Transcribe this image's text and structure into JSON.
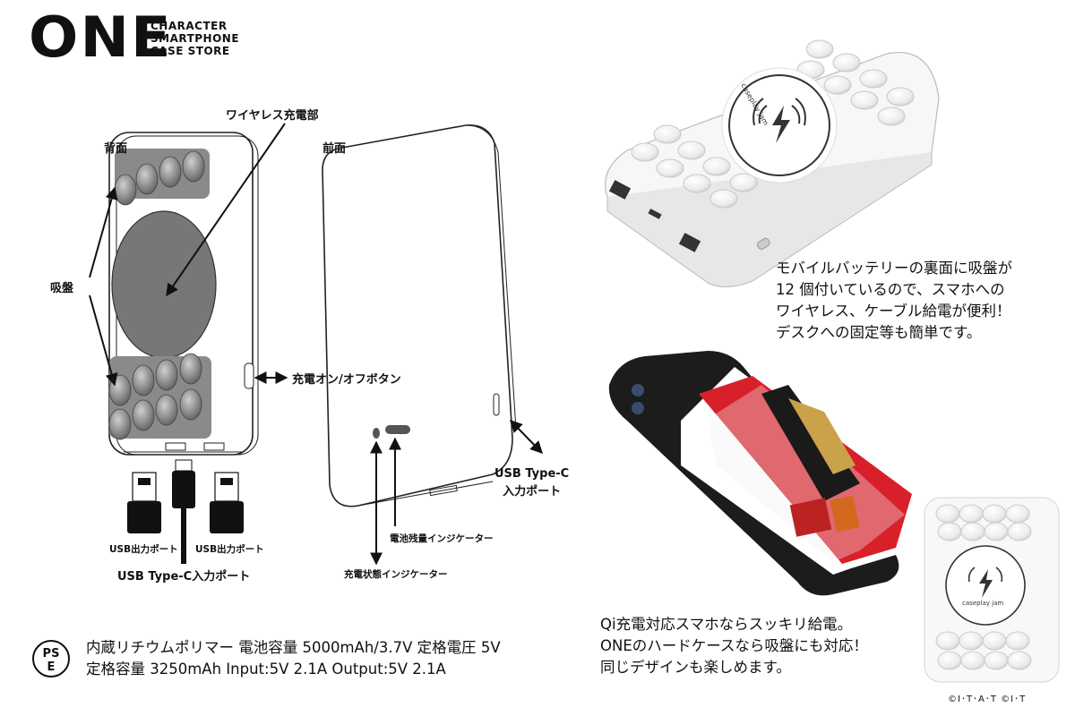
{
  "logo": {
    "wordmark": "ONE",
    "tagline": [
      "CHARACTER",
      "SMARTPHONE",
      "CASE STORE"
    ]
  },
  "diagram": {
    "back_label": "背面",
    "front_label": "前面",
    "wireless_label": "ワイヤレス充電部",
    "suction_label": "吸盤",
    "power_button_label": "充電オン/オフボタン",
    "usbc_input_label_line1": "USB Type-C",
    "usbc_input_label_line2": "入力ポート",
    "battery_indicator_label": "電池残量インジケーター",
    "charge_indicator_label": "充電状態インジケーター",
    "usb_out_left": "USB出力ポート",
    "usb_out_right": "USB出力ポート",
    "usbc_bottom_label": "USB Type-C入力ポート"
  },
  "product_photo_top": {
    "brand_text": "caseplay jam",
    "description": [
      "モバイルバッテリーの裏面に吸盤が",
      "12 個付いているので、スマホへの",
      "ワイヤレス、ケーブル給電が便利！",
      "デスクへの固定等も簡単です。"
    ]
  },
  "product_photo_bottom": {
    "brand_text": "caseplay jam",
    "description": [
      "Qi充電対応スマホならスッキリ給電。",
      "ONEのハードケースなら吸盤にも対応！",
      "同じデザインも楽しめます。"
    ]
  },
  "specs": {
    "pse_mark": "PSE",
    "line1": "内蔵リチウムポリマー 電池容量 5000mAh/3.7V 定格電圧 5V",
    "line2": "定格容量 3250mAh Input:5V 2.1A Output:5V 2.1A"
  },
  "copyright": "©I･T･A･T ©I･T",
  "colors": {
    "ink": "#111111",
    "suction_gray": "#8a8a8a",
    "pad_gray": "#777777",
    "case_red": "#d8202a"
  }
}
